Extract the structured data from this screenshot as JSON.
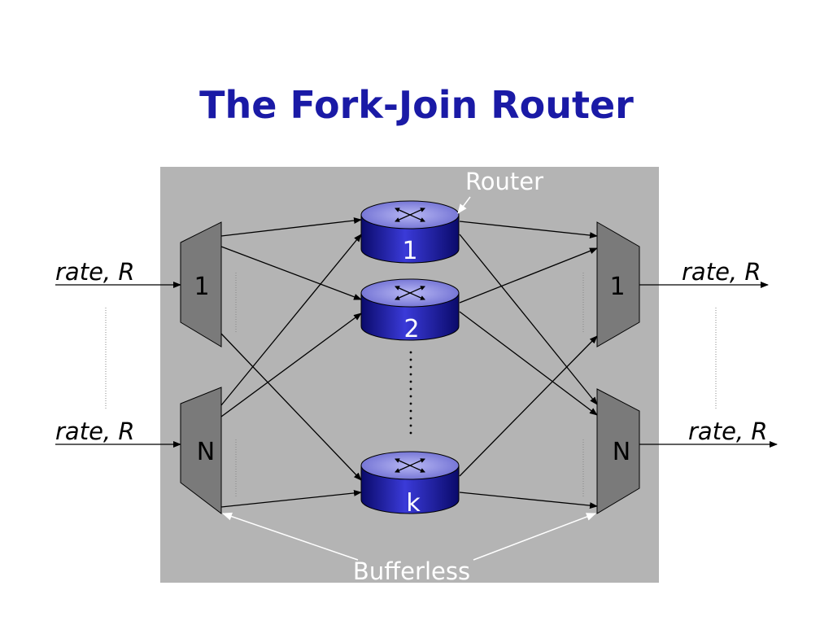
{
  "title": "The Fork-Join Router",
  "diagram": {
    "router_callout": "Router",
    "bufferless_callout": "Bufferless",
    "rate_labels": {
      "in_top": "rate, R",
      "in_bottom": "rate, R",
      "out_top": "rate, R",
      "out_bottom": "rate, R"
    },
    "demux_labels": [
      "1",
      "N"
    ],
    "mux_labels": [
      "1",
      "N"
    ],
    "router_labels": [
      "1",
      "2",
      "k"
    ]
  }
}
